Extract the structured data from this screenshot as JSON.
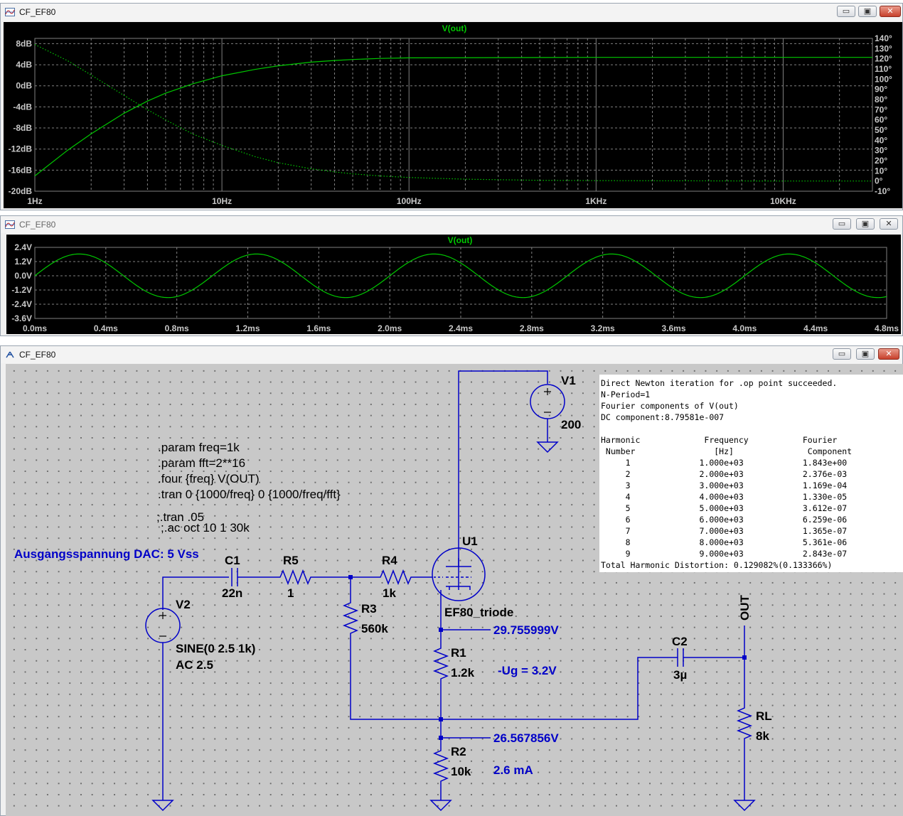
{
  "windows": {
    "ac_plot": {
      "title": "CF_EF80",
      "trace": "V(out)"
    },
    "tran_plot": {
      "title": "CF_EF80",
      "trace": "V(out)"
    },
    "schematic": {
      "title": "CF_EF80"
    }
  },
  "window_buttons": {
    "minimize": "▭",
    "maximize": "▣",
    "close": "✕"
  },
  "colors": {
    "trace": "#00c800",
    "wire": "#0000c8",
    "plot_bg": "#000000",
    "grid": "#808080"
  },
  "icons": {
    "plot_window": "waveform-icon",
    "schematic_window": "schematic-icon"
  },
  "chart_data": [
    {
      "type": "line",
      "trace": "V(out)",
      "x_scale": "log",
      "xlim": [
        1,
        30000
      ],
      "x_ticks": [
        "1Hz",
        "10Hz",
        "100Hz",
        "1KHz",
        "10KHz"
      ],
      "y_left_ticks": [
        "8dB",
        "4dB",
        "0dB",
        "-4dB",
        "-8dB",
        "-12dB",
        "-16dB",
        "-20dB"
      ],
      "y_right_ticks": [
        "140°",
        "130°",
        "120°",
        "110°",
        "100°",
        "90°",
        "80°",
        "70°",
        "60°",
        "50°",
        "40°",
        "30°",
        "20°",
        "10°",
        "0°",
        "-10°"
      ],
      "ylim_left": [
        -20,
        9
      ],
      "ylim_right": [
        -10,
        140
      ],
      "grid": true,
      "series": [
        {
          "kind": "magnitude_dB",
          "style": "solid",
          "x": [
            1,
            1.5,
            2,
            3,
            4,
            5,
            7,
            10,
            15,
            20,
            30,
            40,
            50,
            70,
            100,
            1000,
            10000,
            30000
          ],
          "values": [
            -17.1,
            -12.2,
            -9.1,
            -5.2,
            -2.9,
            -1.4,
            0.4,
            1.9,
            3.1,
            3.8,
            4.5,
            4.8,
            5.0,
            5.2,
            5.3,
            5.4,
            5.4,
            5.4
          ]
        },
        {
          "kind": "phase_deg",
          "style": "dotted",
          "x": [
            1,
            1.5,
            2,
            3,
            4,
            5,
            7,
            10,
            15,
            20,
            30,
            40,
            50,
            70,
            100,
            200,
            500,
            1000,
            10000,
            30000
          ],
          "values": [
            134,
            118,
            104,
            84,
            70,
            60,
            46,
            35,
            24,
            18,
            12,
            9,
            7,
            5,
            3.5,
            1.8,
            0.7,
            0.4,
            0,
            0
          ]
        }
      ]
    },
    {
      "type": "line",
      "trace": "V(out)",
      "xlim": [
        0,
        4.8
      ],
      "x_unit": "ms",
      "x_ticks": [
        "0.0ms",
        "0.4ms",
        "0.8ms",
        "1.2ms",
        "1.6ms",
        "2.0ms",
        "2.4ms",
        "2.8ms",
        "3.2ms",
        "3.6ms",
        "4.0ms",
        "4.4ms",
        "4.8ms"
      ],
      "y_ticks": [
        "2.4V",
        "1.2V",
        "0.0V",
        "-1.2V",
        "-2.4V",
        "-3.6V"
      ],
      "ylim": [
        -3.6,
        2.4
      ],
      "grid": true,
      "series": [
        {
          "kind": "sine",
          "frequency_hz": 1000,
          "amplitude_v": 1.84,
          "offset_v": 0
        }
      ]
    }
  ],
  "schematic": {
    "directives": {
      "param_freq": ".param freq=1k",
      "param_fft": ".param fft=2**16",
      "four": ".four {freq} V(OUT)",
      "tran": ".tran 0 {1000/freq} 0 {1000/freq/fft}",
      "tran_comment": ";.tran .05",
      "ac_comment": ";.ac oct 10 1 30k"
    },
    "comment_dac": "Ausgangsspannung DAC: 5 Vss",
    "components": {
      "v1": {
        "name": "V1",
        "value": "200"
      },
      "v2": {
        "name": "V2",
        "value1": "SINE(0 2.5 1k)",
        "value2": "AC 2.5"
      },
      "c1": {
        "name": "C1",
        "value": "22n"
      },
      "r5": {
        "name": "R5",
        "value": "1"
      },
      "r4": {
        "name": "R4",
        "value": "1k"
      },
      "r3": {
        "name": "R3",
        "value": "560k"
      },
      "u1": {
        "name": "U1",
        "value": "EF80_triode"
      },
      "r1": {
        "name": "R1",
        "value": "1.2k"
      },
      "r2": {
        "name": "R2",
        "value": "10k"
      },
      "c2": {
        "name": "C2",
        "value": "3µ"
      },
      "rl": {
        "name": "RL",
        "value": "8k"
      }
    },
    "net_label_out": "OUT",
    "annotations": {
      "v_cathode": "29.755999V",
      "ug": "-Ug = 3.2V",
      "v_node": "26.567856V",
      "current": "2.6 mA"
    }
  },
  "log": {
    "line1": "Direct Newton iteration for .op point succeeded.",
    "line2": "N-Period=1",
    "line3": "Fourier components of V(out)",
    "line4": "DC component:8.79581e-007",
    "header1": [
      "Harmonic",
      "Frequency",
      "Fourier"
    ],
    "header2": [
      "Number",
      "[Hz]",
      "Component"
    ],
    "rows": [
      [
        "1",
        "1.000e+03",
        "1.843e+00"
      ],
      [
        "2",
        "2.000e+03",
        "2.376e-03"
      ],
      [
        "3",
        "3.000e+03",
        "1.169e-04"
      ],
      [
        "4",
        "4.000e+03",
        "1.330e-05"
      ],
      [
        "5",
        "5.000e+03",
        "3.612e-07"
      ],
      [
        "6",
        "6.000e+03",
        "6.259e-06"
      ],
      [
        "7",
        "7.000e+03",
        "1.365e-07"
      ],
      [
        "8",
        "8.000e+03",
        "5.361e-06"
      ],
      [
        "9",
        "9.000e+03",
        "2.843e-07"
      ]
    ],
    "thd": "Total Harmonic Distortion: 0.129082%(0.133366%)"
  }
}
